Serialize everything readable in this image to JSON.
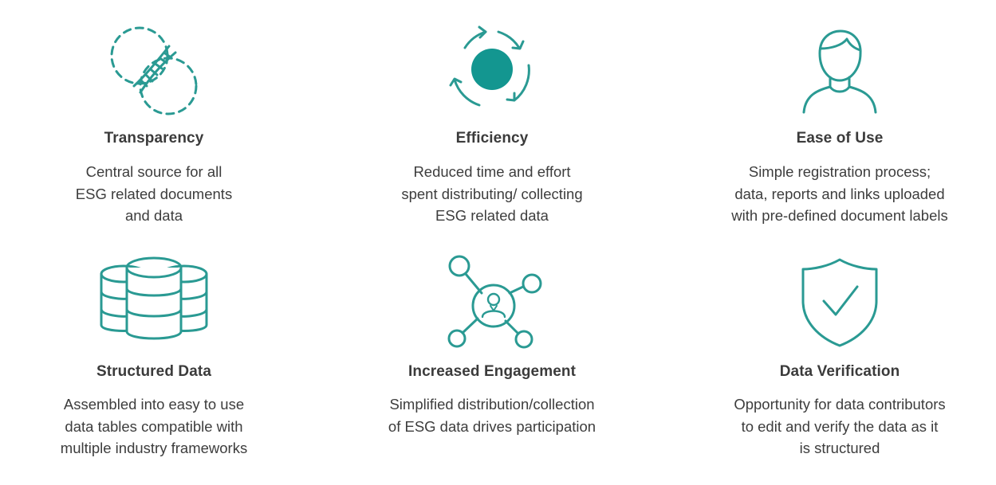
{
  "colors": {
    "accent": "#2a9a93",
    "text": "#3b3b3b"
  },
  "features": [
    {
      "icon": "dna-circles-icon",
      "title": "Transparency",
      "lines": [
        "Central source for all",
        "ESG related documents",
        "and data"
      ]
    },
    {
      "icon": "cycle-arrows-icon",
      "title": "Efficiency",
      "lines": [
        "Reduced time and effort",
        "spent distributing/ collecting",
        "ESG related data"
      ]
    },
    {
      "icon": "user-icon",
      "title": "Ease of Use",
      "lines": [
        "Simple registration process;",
        "data, reports and links uploaded",
        "with pre-defined document labels"
      ]
    },
    {
      "icon": "database-stack-icon",
      "title": "Structured Data",
      "lines": [
        "Assembled into easy to use",
        "data tables compatible with",
        "multiple industry frameworks"
      ]
    },
    {
      "icon": "network-user-icon",
      "title": "Increased Engagement",
      "lines": [
        "Simplified distribution/collection",
        "of ESG data drives participation"
      ]
    },
    {
      "icon": "shield-check-icon",
      "title": "Data Verification",
      "lines": [
        "Opportunity for data contributors",
        "to edit and verify the data as it",
        "is structured"
      ]
    }
  ]
}
